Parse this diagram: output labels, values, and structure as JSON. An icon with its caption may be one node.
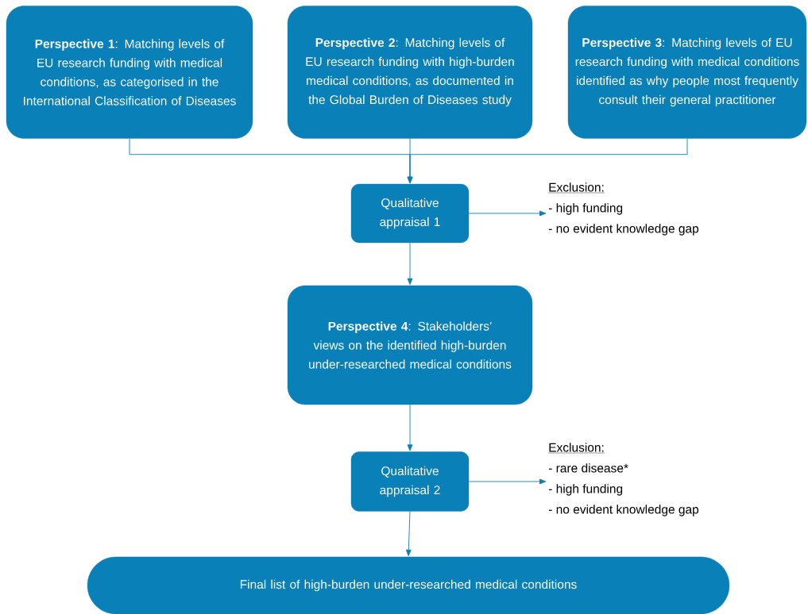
{
  "diagram": {
    "nodes": [
      {
        "text": [
          "**Perspective 1**: Matching levels of EU research funding with medical conditions, as categorised in the International Classification of Diseases"
        ]
      },
      {
        "text": [
          "**Perspective 2**: Matching levels of EU research funding with high-burden medical conditions, as documented in the Global Burden of Diseases study"
        ]
      },
      {
        "text": [
          "**Perspective 3**: Matching levels of EU research funding with medical conditions identified as why people most frequently consult their general practitioner"
        ]
      },
      {
        "text": [
          "Qualitative appraisal 1"
        ]
      },
      {
        "text": [
          "Exclusion:",
          "- high funding",
          "- no evident knowledge gap"
        ]
      },
      {
        "text": [
          "**Perspective 4**: Stakeholders’ views on the identified high-burden under-researched medical conditions"
        ]
      },
      {
        "text": [
          "Qualitative appraisal 2"
        ]
      },
      {
        "text": [
          "Exclusion:",
          "- rare disease*",
          "- high funding",
          "- no evident knowledge gap"
        ]
      },
      {
        "text": [
          "Final list of high-burden under-researched medical conditions"
        ]
      }
    ],
    "edges": [
      {
        "from": 0,
        "to": 3,
        "arrow": "to"
      },
      {
        "from": 1,
        "to": 3,
        "arrow": "to"
      },
      {
        "from": 2,
        "to": 3,
        "arrow": "to"
      },
      {
        "from": 3,
        "to": 4,
        "arrow": "to"
      },
      {
        "from": 3,
        "to": 5,
        "arrow": "to"
      },
      {
        "from": 5,
        "to": 6,
        "arrow": "to"
      },
      {
        "from": 6,
        "to": 7,
        "arrow": "to"
      },
      {
        "from": 6,
        "to": 8,
        "arrow": "to"
      }
    ]
  }
}
